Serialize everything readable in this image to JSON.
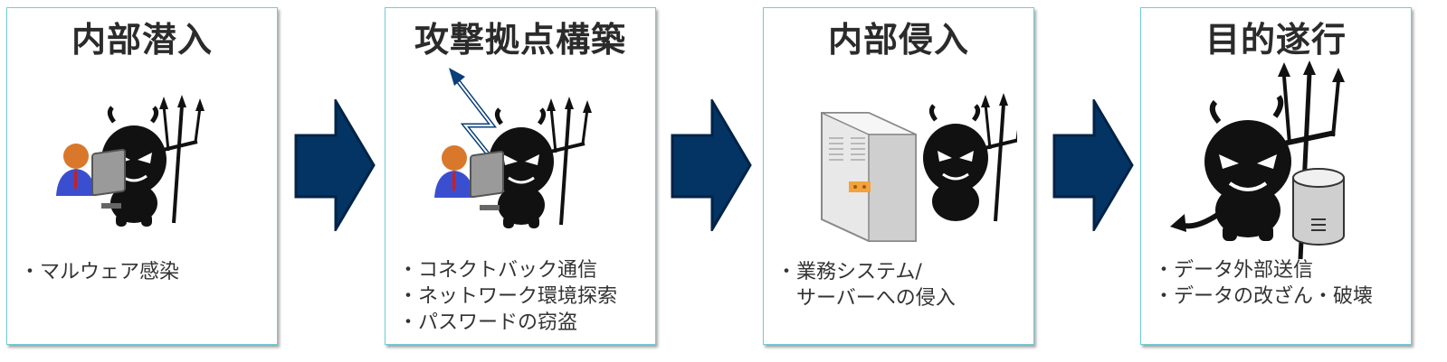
{
  "colors": {
    "border": "#6ccfd6",
    "arrow": "#033463",
    "title": "#2b2b2b",
    "text": "#333333"
  },
  "stages": [
    {
      "title": "内部潜入",
      "illustration": "devil-with-user-at-computer",
      "bullets": [
        "・マルウェア感染"
      ]
    },
    {
      "title": "攻撃拠点構築",
      "illustration": "devil-with-user-and-lightning-arrow",
      "bullets": [
        "・コネクトバック通信",
        "・ネットワーク環境探索",
        "・パスワードの窃盗"
      ]
    },
    {
      "title": "内部侵入",
      "illustration": "devil-behind-server",
      "bullets": [
        "・業務システム/",
        "　サーバーへの侵入"
      ]
    },
    {
      "title": "目的遂行",
      "illustration": "devil-holding-database",
      "bullets": [
        "・データ外部送信",
        "・データの改ざん・破壊"
      ]
    }
  ],
  "arrows": [
    "arrow-right",
    "arrow-right",
    "arrow-right"
  ]
}
